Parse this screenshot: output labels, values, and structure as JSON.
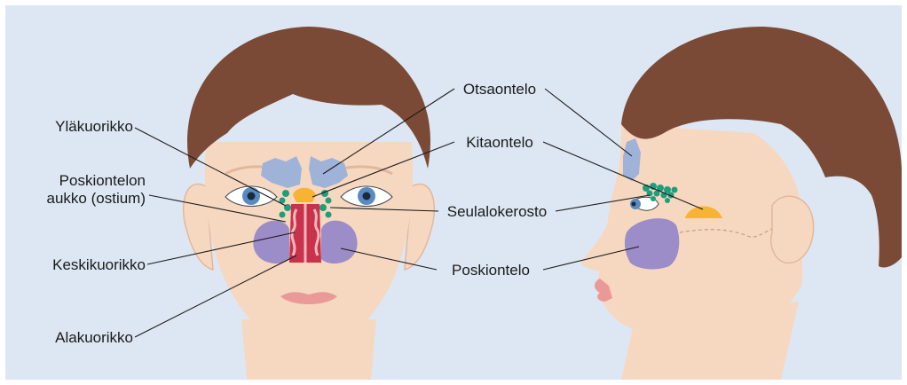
{
  "labels": {
    "ylakuorikko": "Yläkuorikko",
    "poskiontelon_aukko_1": "Poskiontelon",
    "poskiontelon_aukko_2": "aukko (ostium)",
    "keskikuorikko": "Keskikuorikko",
    "alakuorikko": "Alakuorikko",
    "otsaontelo": "Otsaontelo",
    "kitaontelo": "Kitaontelo",
    "seulalokerosto": "Seulalokerosto",
    "poskiontelo": "Poskiontelo"
  },
  "colors": {
    "background": "#dde7f3",
    "skin": "#f6d8c1",
    "skin_shadow": "#e2b79c",
    "hair": "#7a4a36",
    "frontal_sinus": "#9fb3d9",
    "maxillary_sinus": "#9c8cc8",
    "sphenoid_sinus": "#f7b334",
    "ethmoid_cells": "#1f9e7c",
    "turbinate": "#c8324a",
    "lips": "#e99a98",
    "iris": "#5a8ac2"
  }
}
